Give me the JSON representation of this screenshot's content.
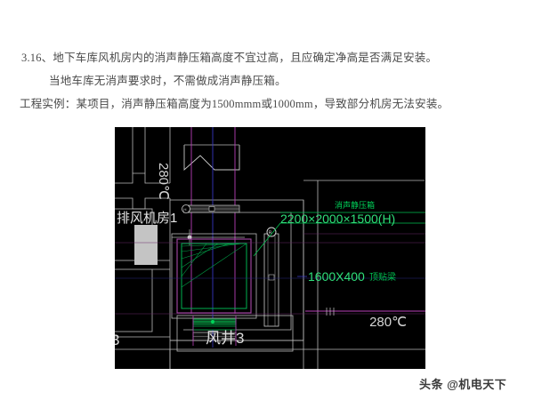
{
  "document": {
    "lines": [
      "3.16、地下车库风机房内的消声静压箱高度不宜过高，且应确定净高是否满足安装。",
      "当地车库无消声要求时，不需做成消声静压箱。",
      "工程实例：某项目，消声静压箱高度为1500mmm或1000mm，导致部分机房无法安装。"
    ]
  },
  "cad_drawing": {
    "background_color": "#000000",
    "labels": {
      "room_label": "排风机房1",
      "duct_temp_top": "280℃",
      "duct_temp_bottom": "280℃",
      "shaft_label": "风井3",
      "shaft_partial": "3",
      "silencer_name": "消声静压箱",
      "silencer_size": "2200×2000×1500(H)",
      "duct_size": "1600X400",
      "duct_note": "顶贴梁"
    },
    "colors": {
      "annotation_green": "#00d45a",
      "wall_white": "#c8c8c8",
      "duct_magenta": "#b040b0",
      "duct_blue": "#3838c8",
      "equipment_green": "#00b050",
      "box_purple": "#a040a0",
      "grey_block": "#bfbfbf"
    }
  },
  "watermark": {
    "text": "头条 @机电天下"
  }
}
